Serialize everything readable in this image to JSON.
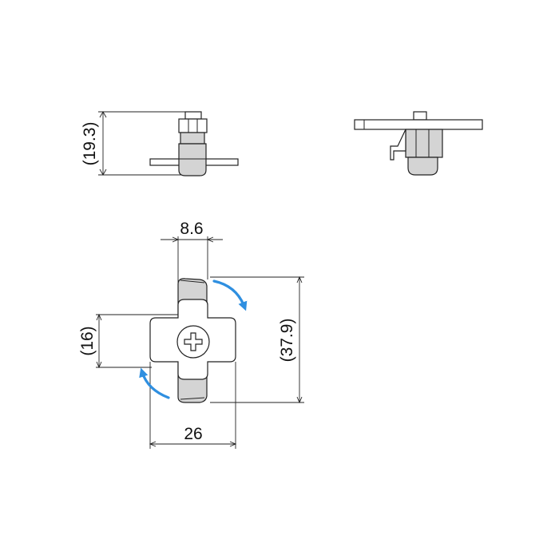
{
  "dimensions": {
    "side_height": "(19.3)",
    "front_width_top": "8.6",
    "front_height_left": "(16)",
    "front_height_right": "(37.9)",
    "front_width_bottom": "26"
  },
  "colors": {
    "outline": "#222222",
    "shade": "#d4d4d4",
    "rotation_arrow": "#2f8fe0"
  },
  "icons": {
    "screw_head": "phillips-screw-icon",
    "rotation": "curved-arrow-icon"
  }
}
